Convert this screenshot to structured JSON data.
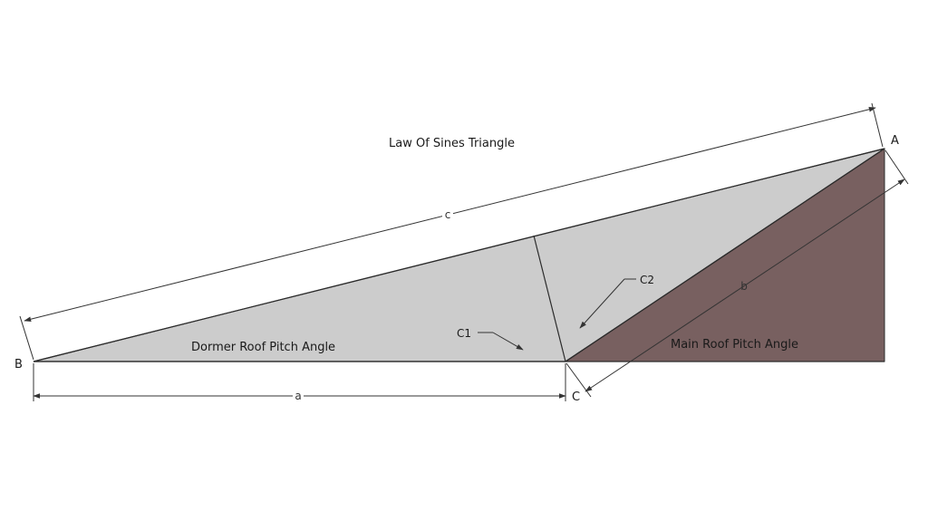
{
  "title": "Law Of Sines Triangle",
  "vertices": {
    "a": "A",
    "b": "B",
    "c": "C"
  },
  "sides": {
    "a": "a",
    "b": "b",
    "c": "c"
  },
  "angle_labels": {
    "c1": "C1",
    "c2": "C2"
  },
  "region_labels": {
    "dormer": "Dormer Roof Pitch Angle",
    "main": "Main Roof Pitch Angle"
  },
  "colors": {
    "dormer_fill": "#cccccc",
    "main_roof_fill": "#786060",
    "line": "#2b2b2b",
    "background": "#ffffff"
  }
}
